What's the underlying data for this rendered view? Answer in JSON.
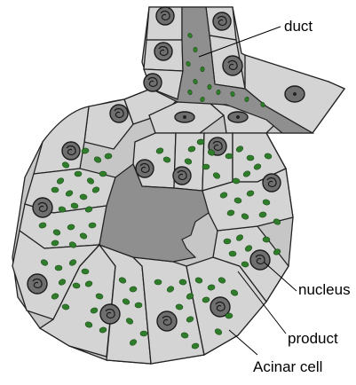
{
  "labels": {
    "duct": "duct",
    "nucleus": "nucleus",
    "product": "product",
    "acinar_cell": "Acinar cell"
  },
  "colors": {
    "cell_fill": "#c6c6c6",
    "lumen_fill": "#8f8f8f",
    "granule_fill": "#2f7d2a",
    "nucleus_fill": "#6f6f6f",
    "outline": "#222222"
  }
}
